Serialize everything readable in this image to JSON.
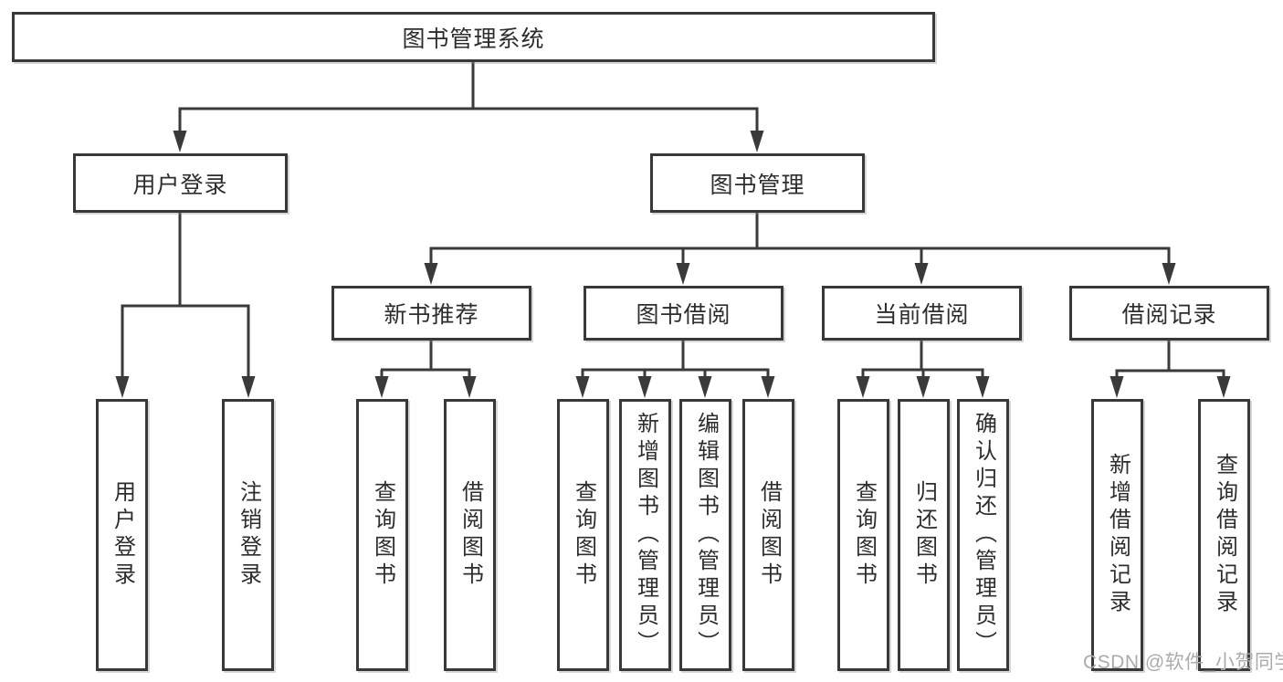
{
  "diagram": {
    "root": {
      "label": "图书管理系统"
    },
    "level2": [
      {
        "label": "用户登录"
      },
      {
        "label": "图书管理"
      }
    ],
    "level3": [
      {
        "label": "新书推荐"
      },
      {
        "label": "图书借阅"
      },
      {
        "label": "当前借阅"
      },
      {
        "label": "借阅记录"
      }
    ],
    "leaves": [
      {
        "label": "用户登录"
      },
      {
        "label": "注销登录"
      },
      {
        "label": "查询图书"
      },
      {
        "label": "借阅图书"
      },
      {
        "label": "查询图书"
      },
      {
        "label": "新增图书（管理员）"
      },
      {
        "label": "编辑图书（管理员）"
      },
      {
        "label": "借阅图书"
      },
      {
        "label": "查询图书"
      },
      {
        "label": "归还图书"
      },
      {
        "label": "确认归还（管理员）"
      },
      {
        "label": "新增借阅记录"
      },
      {
        "label": "查询借阅记录"
      }
    ],
    "colors": {
      "line": "#3a3a3a",
      "border": "#383838",
      "text": "#2d2d2d",
      "background": "#ffffff",
      "watermark": "#ababad"
    }
  },
  "watermark": {
    "text": "CSDN @软件_小贺同学"
  }
}
